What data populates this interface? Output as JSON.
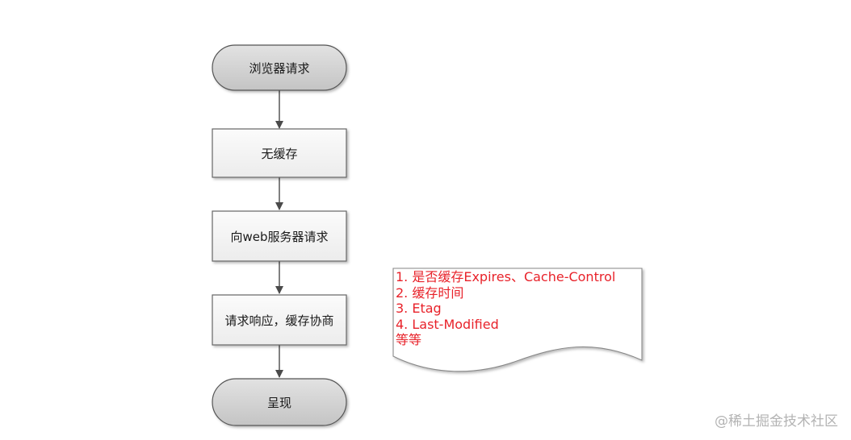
{
  "flowchart": {
    "nodes": [
      {
        "id": "start",
        "shape": "terminal",
        "label": "浏览器请求"
      },
      {
        "id": "no-cache",
        "shape": "process",
        "label": "无缓存"
      },
      {
        "id": "request-server",
        "shape": "process",
        "label": "向web服务器请求"
      },
      {
        "id": "response",
        "shape": "process",
        "label": "请求响应，缓存协商"
      },
      {
        "id": "render",
        "shape": "terminal",
        "label": "呈现"
      }
    ],
    "edges": [
      {
        "from": "start",
        "to": "no-cache"
      },
      {
        "from": "no-cache",
        "to": "request-server"
      },
      {
        "from": "request-server",
        "to": "response"
      },
      {
        "from": "response",
        "to": "render"
      }
    ],
    "note": {
      "shape": "document",
      "lines": [
        "1. 是否缓存Expires、Cache-Control",
        "2. 缓存时间",
        "3. Etag",
        "4. Last-Modified",
        "等等"
      ]
    }
  },
  "colors": {
    "terminal_fill": "#d3d3d3",
    "process_fill": "#f5f5f5",
    "stroke": "#555555",
    "note_text": "#e8222a"
  },
  "watermark": "@稀土掘金技术社区"
}
